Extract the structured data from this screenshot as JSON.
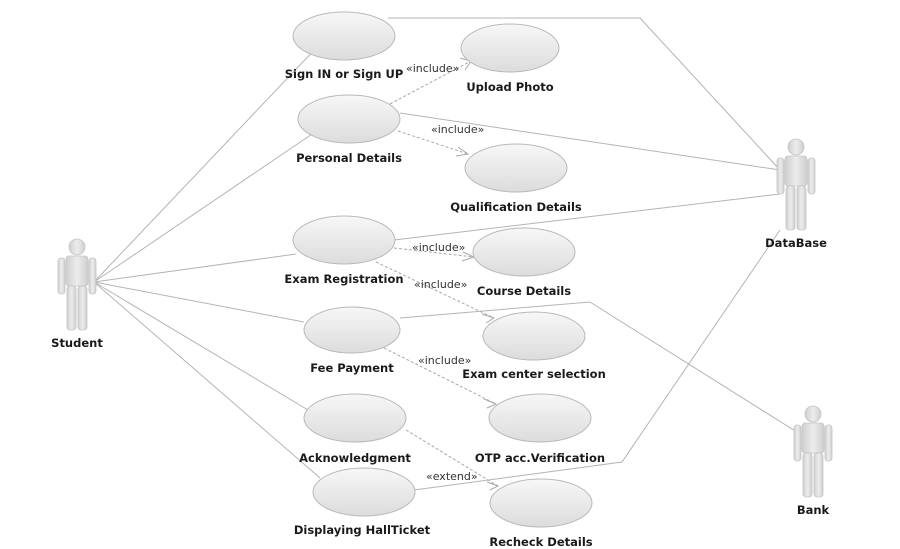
{
  "actors": {
    "student": "Student",
    "database": "DataBase",
    "bank": "Bank"
  },
  "use_cases": {
    "sign_in": "Sign IN or Sign UP",
    "upload_photo": "Upload Photo",
    "personal_details": "Personal Details",
    "qualification_details": "Qualification Details",
    "exam_registration": "Exam Registration",
    "course_details": "Course Details",
    "exam_center_selection": "Exam center selection",
    "fee_payment": "Fee Payment",
    "otp_verification": "OTP acc.Verification",
    "acknowledgment": "Acknowledgment",
    "displaying_hallticket": "Displaying HallTicket",
    "recheck_details": "Recheck Details"
  },
  "stereotypes": {
    "include_upload": "«include»",
    "include_qualification": "«include»",
    "include_course": "«include»",
    "include_exam_center": "«include»",
    "include_otp": "«include»",
    "extend_recheck": "«extend»"
  },
  "colors": {
    "use_case_fill_light": "#f7f7f7",
    "use_case_fill_dark": "#dcdcdc",
    "actor_fill": "#dedede",
    "line": "#b4b4b4"
  }
}
